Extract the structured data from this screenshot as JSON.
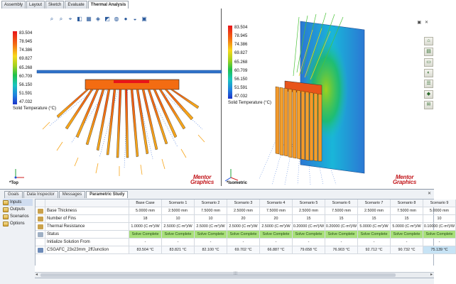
{
  "top_tabs": [
    "Assembly",
    "Layout",
    "Sketch",
    "Evaluate",
    "Thermal Analysis"
  ],
  "toolbar_icons": [
    "zoom-to-fit-icon",
    "zoom-area-icon",
    "zoom-in-out-icon",
    "previous-view-icon",
    "section-view-icon",
    "view-orientation-icon",
    "display-style-icon",
    "hide-show-icon",
    "edit-appearance-icon",
    "apply-scene-icon",
    "view-settings-icon"
  ],
  "legend": {
    "ticks": [
      "83.504",
      "78.945",
      "74.386",
      "69.827",
      "65.268",
      "60.709",
      "56.150",
      "51.591",
      "47.032"
    ],
    "title": "Solid Temperature (°C)"
  },
  "views": {
    "left_label": "*Top",
    "right_label": "*Isometric"
  },
  "brand": {
    "line1": "Mentor",
    "line2": "Graphics"
  },
  "panel_tabs": [
    "Goals",
    "Data Inspector",
    "Messages",
    "Parametric Study"
  ],
  "tree": [
    "Inputs",
    "Outputs",
    "Scenarios",
    "Options"
  ],
  "columns": [
    "Base Case",
    "Scenario 1",
    "Scenario 2",
    "Scenario 3",
    "Scenario 4",
    "Scenario 5",
    "Scenario 6",
    "Scenario 7",
    "Scenario 8",
    "Scenario 9"
  ],
  "rows": [
    {
      "label": "Base Thickness",
      "values": [
        "5.0000 mm",
        "2.5000 mm",
        "7.5000 mm",
        "2.5000 mm",
        "7.5000 mm",
        "2.5000 mm",
        "7.5000 mm",
        "2.5000 mm",
        "7.5000 mm",
        "5.0000 mm"
      ]
    },
    {
      "label": "Number of Fins",
      "values": [
        "18",
        "10",
        "10",
        "20",
        "20",
        "15",
        "15",
        "15",
        "15",
        "10"
      ]
    },
    {
      "label": "Thermal Resistance",
      "values": [
        "1.0000 (C·m²)/W",
        "2.5000 (C·m²)/W",
        "2.5000 (C·m²)/W",
        "2.5000 (C·m²)/W",
        "2.5000 (C·m²)/W",
        "0.20000 (C·m²)/W",
        "0.20000 (C·m²)/W",
        "5.0000 (C·m²)/W",
        "5.0000 (C·m²)/W",
        "0.10000 (C·m²)/W"
      ]
    },
    {
      "label": "Status",
      "values": [
        "Solve Complete",
        "Solve Complete",
        "Solve Complete",
        "Solve Complete",
        "Solve Complete",
        "Solve Complete",
        "Solve Complete",
        "Solve Complete",
        "Solve Complete",
        "Solve Complete"
      ]
    },
    {
      "label": "Initialize Solution From",
      "values": [
        "-",
        "-",
        "-",
        "-",
        "-",
        "-",
        "-",
        "-",
        "-",
        "-"
      ]
    },
    {
      "label": "CSGAFC_23x23mm_2ffJunction",
      "values": [
        "83.504 °C",
        "83.821 °C",
        "82.100 °C",
        "69.702 °C",
        "66.887 °C",
        "79.658 °C",
        "76.903 °C",
        "92.712 °C",
        "90.732 °C",
        "75.139 °C"
      ]
    }
  ]
}
